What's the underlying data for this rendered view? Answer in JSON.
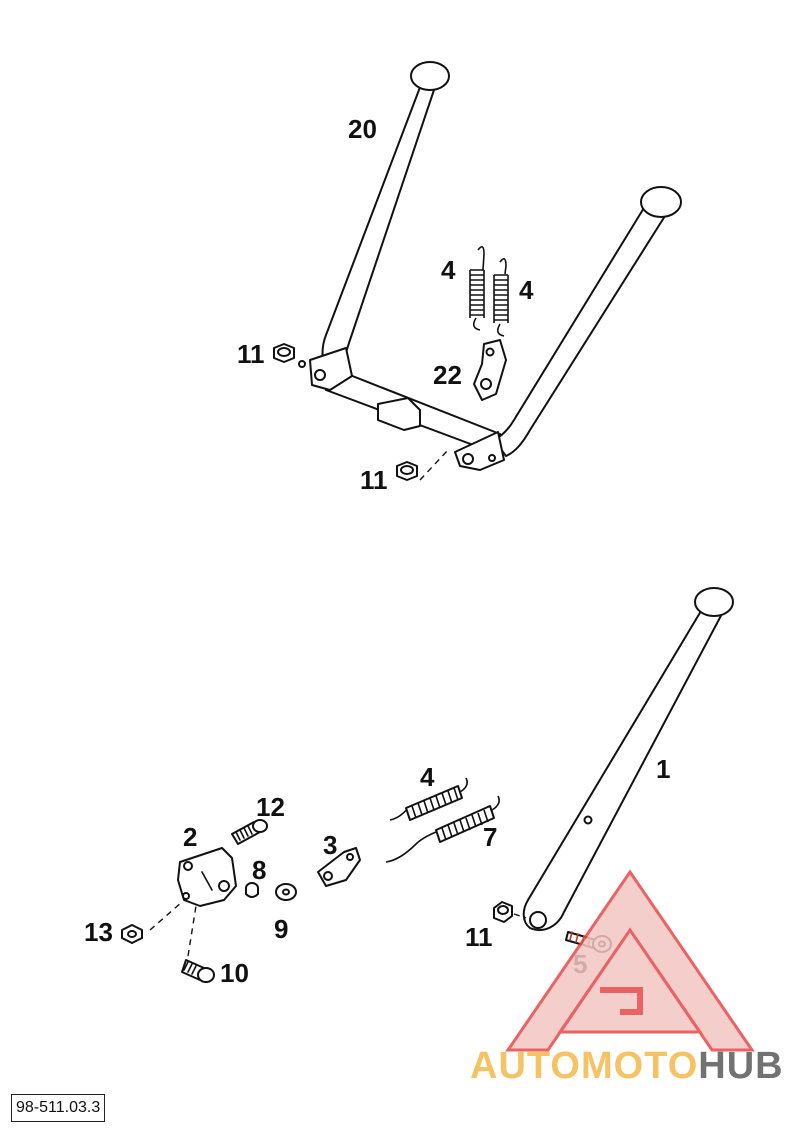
{
  "diagram": {
    "reference": "98-511.03.3",
    "labels": {
      "top_20": "20",
      "top_4a": "4",
      "top_4b": "4",
      "top_11a": "11",
      "top_22": "22",
      "top_11b": "11",
      "bot_1": "1",
      "bot_4": "4",
      "bot_7": "7",
      "bot_12": "12",
      "bot_2": "2",
      "bot_3": "3",
      "bot_8": "8",
      "bot_9": "9",
      "bot_13": "13",
      "bot_10": "10",
      "bot_11": "11",
      "bot_5": "5"
    }
  },
  "watermark": {
    "word_part1": "AUTOMOTO",
    "word_part2": "HUB",
    "colors": {
      "primary": "#e8474a",
      "secondary": "#f4b84a",
      "dark": "#4a4a4a"
    }
  }
}
